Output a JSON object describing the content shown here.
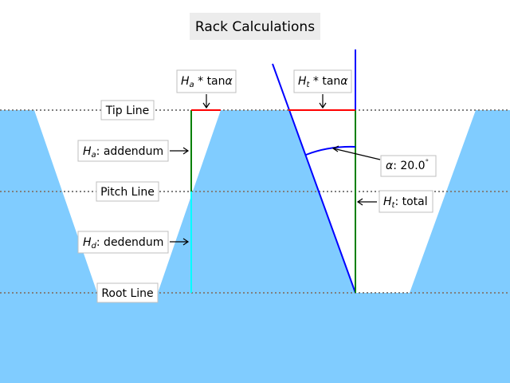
{
  "title": "Rack Calculations",
  "lines": {
    "tip": "Tip Line",
    "pitch": "Pitch Line",
    "root": "Root Line"
  },
  "labels": {
    "ha_prefix": "H",
    "ha_sub": "a",
    "ha_text": ": addendum",
    "hd_prefix": "H",
    "hd_sub": "d",
    "hd_text": ": dedendum",
    "ht_prefix": "H",
    "ht_sub": "t",
    "ht_text": ": total",
    "alpha_symbol": "α",
    "alpha_text": ": 20.0",
    "alpha_degree": "°",
    "ha_tan_prefix": "H",
    "ha_tan_sub": "a",
    "ha_tan_text": " * tan",
    "ha_tan_alpha": "α",
    "ht_tan_prefix": "H",
    "ht_tan_sub": "t",
    "ht_tan_text": " * tan",
    "ht_tan_alpha": "α"
  },
  "colors": {
    "fill": "#80ccff",
    "guide": "#808080",
    "green": "#008000",
    "red": "#ff0000",
    "cyan": "#00ffff",
    "blue": "#0000ff",
    "title_bg": "#ececec"
  }
}
